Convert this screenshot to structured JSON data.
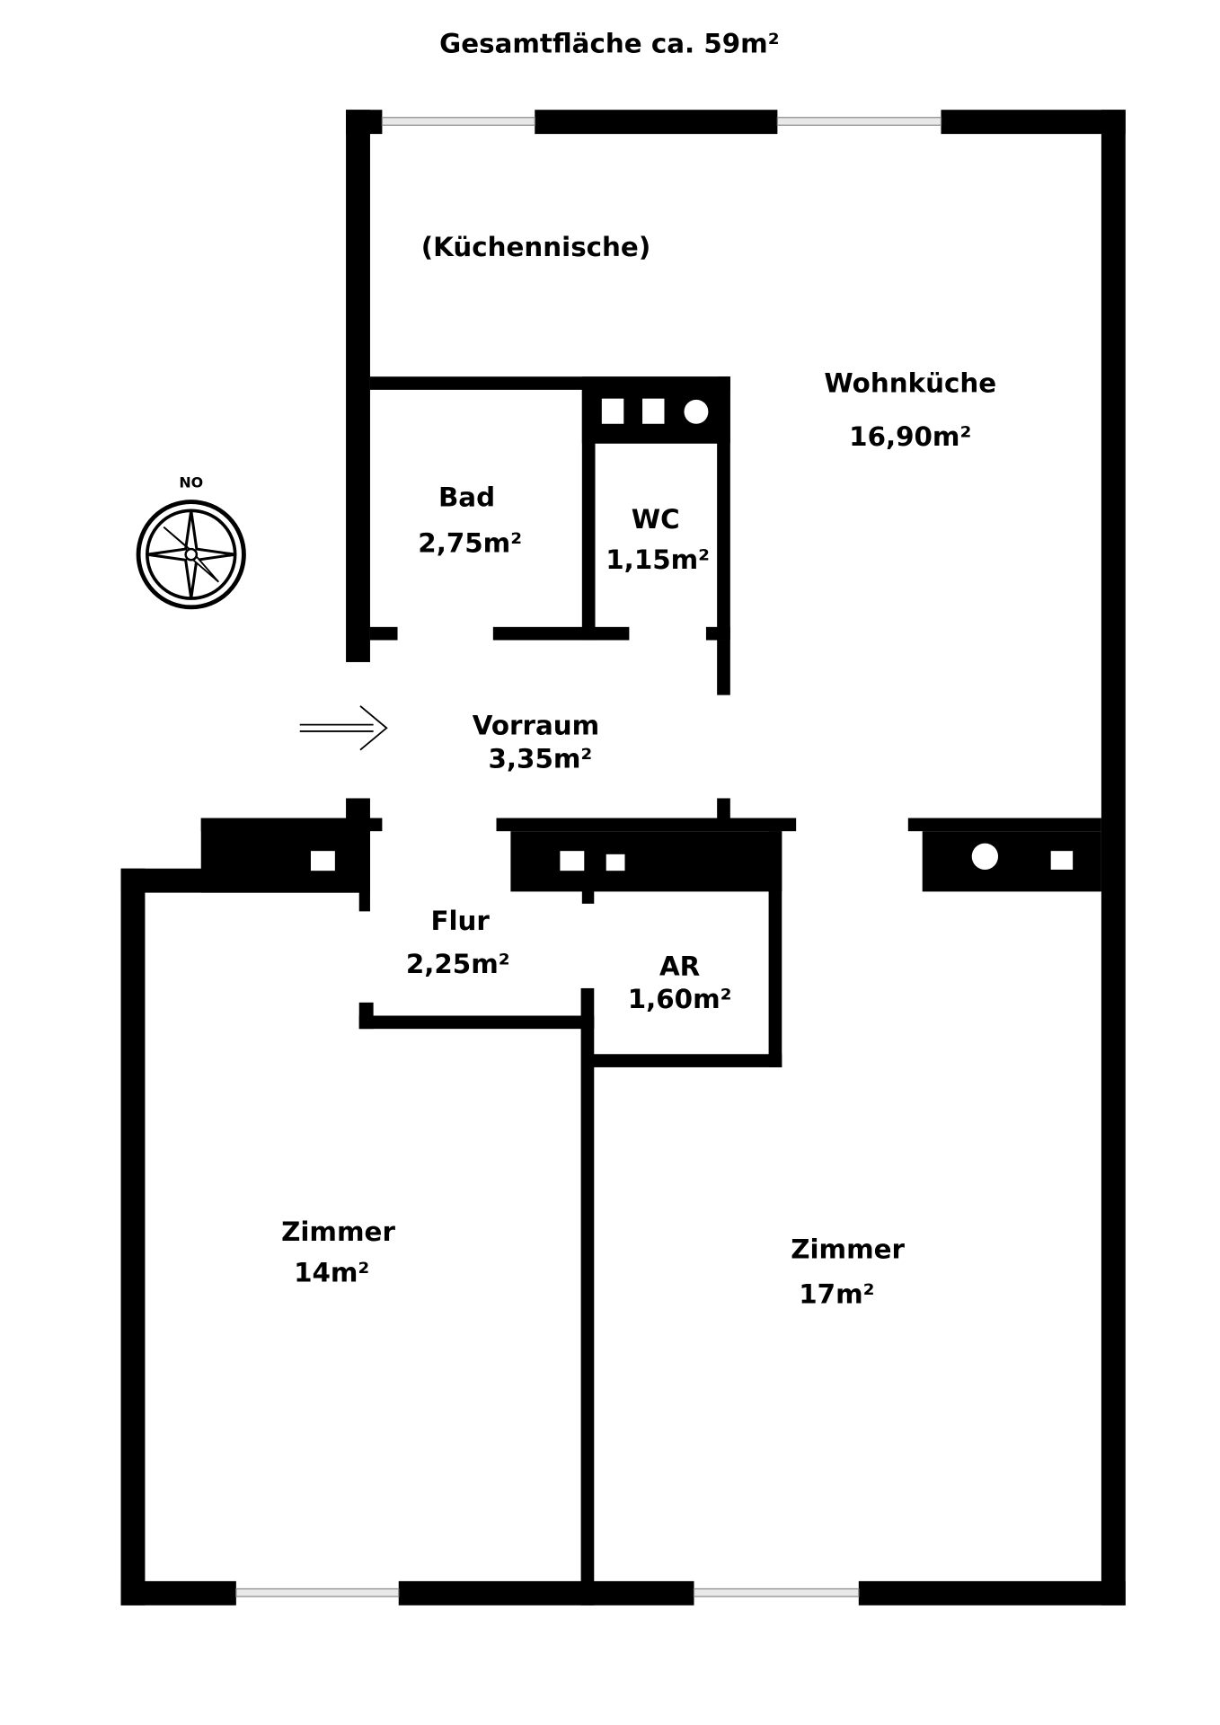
{
  "title": "Gesamtfläche ca. 59m²",
  "compass": {
    "label": "NO",
    "needle_color": "#e00000"
  },
  "rooms": [
    {
      "name": "(Küchennische)",
      "area": ""
    },
    {
      "name": "Wohnküche",
      "area": "16,90m²"
    },
    {
      "name": "Bad",
      "area": "2,75m²"
    },
    {
      "name": "WC",
      "area": "1,15m²"
    },
    {
      "name": "Vorraum",
      "area": "3,35m²"
    },
    {
      "name": "Flur",
      "area": "2,25m²"
    },
    {
      "name": "AR",
      "area": "1,60m²"
    },
    {
      "name": "Zimmer",
      "area": "14m²"
    },
    {
      "name": "Zimmer",
      "area": "17m²"
    }
  ],
  "entry_icon": "arrow-right-icon"
}
